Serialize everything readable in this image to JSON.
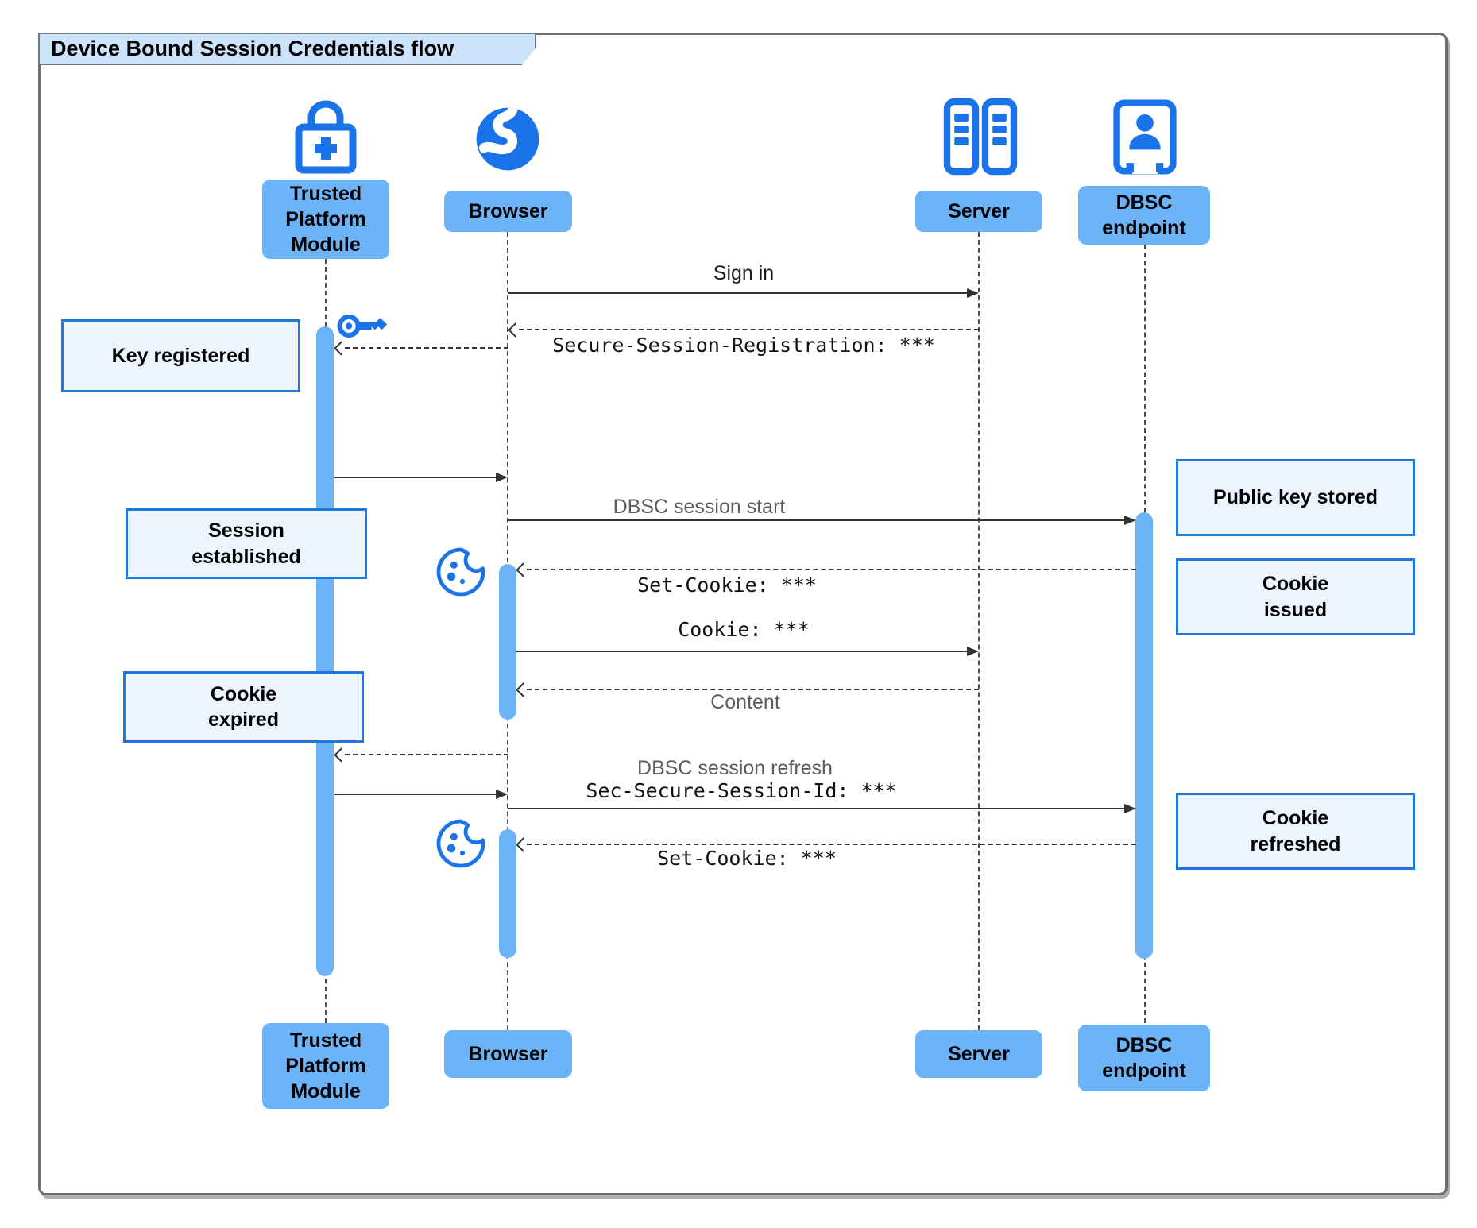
{
  "diagram": {
    "title": "Device Bound Session Credentials flow",
    "type": "sequence-diagram"
  },
  "actors": {
    "tpm": {
      "label": "Trusted Platform Module",
      "icon": "lock-plus-icon"
    },
    "browser": {
      "label": "Browser",
      "icon": "globe-icon"
    },
    "server": {
      "label": "Server",
      "icon": "server-icon"
    },
    "dbsc": {
      "label": "DBSC endpoint",
      "icon": "door-person-icon"
    }
  },
  "messages": {
    "sign_in": "Sign in",
    "secure_session_registration": "Secure-Session-Registration: ***",
    "dbsc_session_start": "DBSC session start",
    "set_cookie_first": "Set-Cookie: ***",
    "cookie": "Cookie: ***",
    "content": "Content",
    "dbsc_session_refresh": "DBSC session refresh",
    "sec_secure_session_id": "Sec-Secure-Session-Id: ***",
    "set_cookie_second": "Set-Cookie: ***"
  },
  "notes": {
    "key_registered": "Key registered",
    "session_established": "Session\nestablished",
    "cookie_expired": "Cookie\nexpired",
    "public_key_stored": "Public key stored",
    "cookie_issued": "Cookie\nissued",
    "cookie_refreshed": "Cookie\nrefreshed"
  },
  "colors": {
    "actor_fill": "#6db3f8",
    "activation_fill": "#6db3f8",
    "note_fill": "#edf4fe",
    "note_border": "#1e79dc",
    "icon_blue": "#1a73e8",
    "tab_fill": "#cde3f9",
    "frame_border": "#6e6e6e",
    "arrow": "#333333",
    "label_gray": "#585d63",
    "label_dark": "#1c1c1c"
  }
}
